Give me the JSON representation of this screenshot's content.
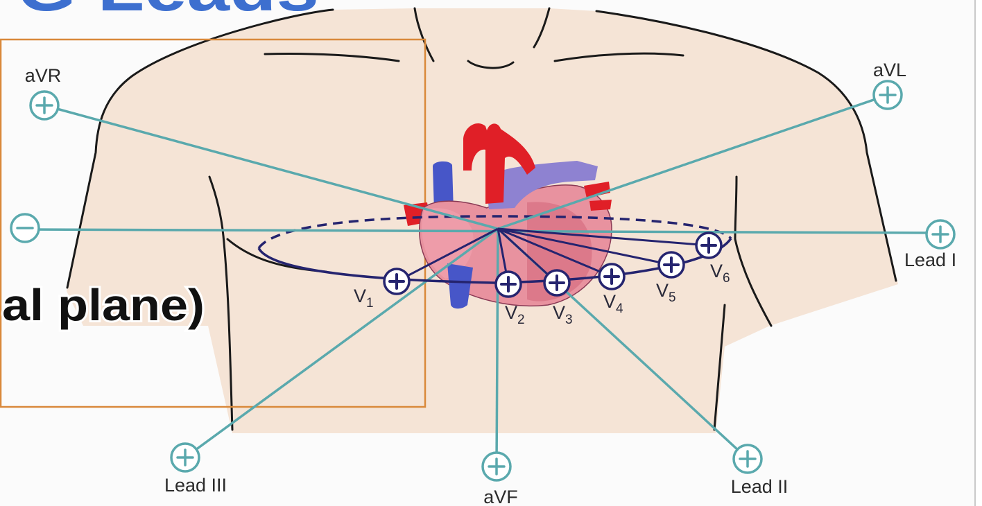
{
  "slide": {
    "title_fragment": "G Leads",
    "plane_fragment": "al plane)"
  },
  "limb_leads": {
    "avr": "aVR",
    "avl": "aVL",
    "lead_i": "Lead I",
    "lead_ii": "Lead II",
    "lead_iii": "Lead III",
    "avf": "aVF"
  },
  "chest_leads": [
    {
      "letter": "V",
      "sub": "1"
    },
    {
      "letter": "V",
      "sub": "2"
    },
    {
      "letter": "V",
      "sub": "3"
    },
    {
      "letter": "V",
      "sub": "4"
    },
    {
      "letter": "V",
      "sub": "5"
    },
    {
      "letter": "V",
      "sub": "6"
    }
  ],
  "icons": {
    "positive_electrode": "plus-circle-icon",
    "negative_electrode": "minus-circle-icon"
  },
  "colors": {
    "title_blue": "#3d6fcf",
    "limb_lead_teal": "#5aa9ad",
    "chest_lead_navy": "#25246f",
    "frame_orange": "#d9893b",
    "skin": "#f5e4d6",
    "aorta_red": "#e01f27",
    "vena_cava_blue": "#4756c8",
    "pulmonary_purple": "#8e82d1"
  }
}
